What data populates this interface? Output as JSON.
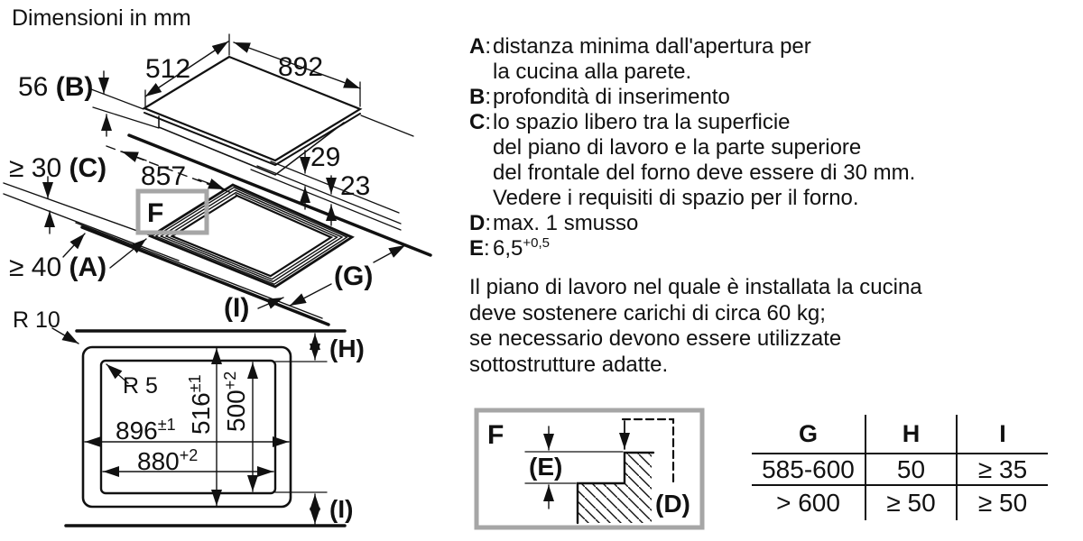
{
  "title": "Dimensioni in mm",
  "iso": {
    "depth": "512",
    "width": "892",
    "b_pre": "56 ",
    "b": "(B)",
    "c_pre": "≥ 30 ",
    "c": "(C)",
    "a_pre": "≥ 40 ",
    "a": "(A)",
    "cutout_width": "857",
    "off_back": "29",
    "off_front": "23",
    "f": "F",
    "g": "(G)",
    "i": "(I)"
  },
  "cutout": {
    "r_outer": "R 10",
    "r_inner": "R 5",
    "w_outer": "896",
    "w_outer_sup": "±1",
    "w_inner": "880",
    "w_inner_sup": "+2",
    "h_outer": "516",
    "h_outer_sup": "±1",
    "h_inner": "500",
    "h_inner_sup": "+2",
    "h": "(H)",
    "i": "(I)"
  },
  "legend": {
    "items": [
      {
        "letter": "A",
        "lines": [
          "distanza minima dall'apertura per",
          "la cucina alla parete."
        ]
      },
      {
        "letter": "B",
        "lines": [
          "profondità di inserimento"
        ]
      },
      {
        "letter": "C",
        "lines": [
          "lo spazio libero tra la superficie",
          "del piano di lavoro e la parte superiore",
          "del frontale del forno deve essere di 30 mm.",
          "Vedere i requisiti di spazio per il forno."
        ]
      },
      {
        "letter": "D",
        "lines": [
          "max. 1 smusso"
        ]
      },
      {
        "letter": "E",
        "lines": []
      }
    ],
    "e_value": "6,5",
    "e_sup": "+0,5"
  },
  "note_lines": [
    "Il piano di lavoro nel quale è installata la cucina",
    "deve sostenere carichi di circa 60 kg;",
    "se necessario devono essere utilizzate",
    "sottostrutture adatte."
  ],
  "detail_f": {
    "f": "F",
    "e": "(E)",
    "d": "(D)"
  },
  "table": {
    "headers": [
      "G",
      "H",
      "I"
    ],
    "rows": [
      [
        "585-600",
        "50",
        "≥ 35"
      ],
      [
        "> 600",
        "≥ 50",
        "≥ 50"
      ]
    ]
  }
}
